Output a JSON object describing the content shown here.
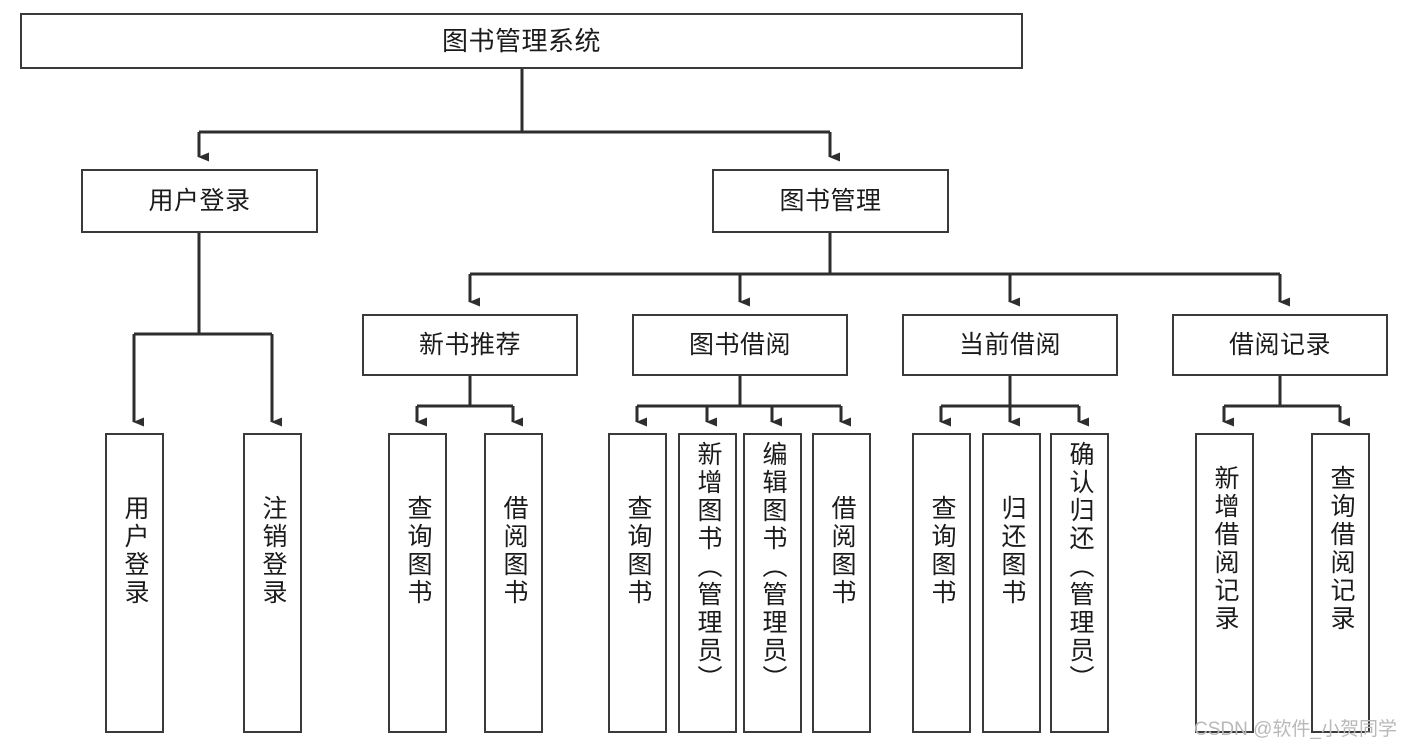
{
  "diagram": {
    "title": "图书管理系统",
    "type": "tree",
    "orientation": "top-down",
    "stroke_color": "#3a3a3a",
    "fill_color": "#ffffff",
    "text_color": "#1b1b1b",
    "levels": {
      "root": {
        "label": "图书管理系统"
      },
      "level2": [
        {
          "id": "user-login",
          "label": "用户登录"
        },
        {
          "id": "book-management",
          "label": "图书管理"
        }
      ],
      "level3": [
        {
          "id": "new-book-recommend",
          "label": "新书推荐",
          "parent": "book-management"
        },
        {
          "id": "book-borrow",
          "label": "图书借阅",
          "parent": "book-management"
        },
        {
          "id": "current-borrow",
          "label": "当前借阅",
          "parent": "book-management"
        },
        {
          "id": "borrow-record",
          "label": "借阅记录",
          "parent": "book-management"
        }
      ],
      "leaves": [
        {
          "id": "leaf-user-login",
          "label": "用户登录",
          "parent": "user-login"
        },
        {
          "id": "leaf-logout",
          "label": "注销登录",
          "parent": "user-login"
        },
        {
          "id": "leaf-query-book-1",
          "label": "查询图书",
          "parent": "new-book-recommend"
        },
        {
          "id": "leaf-borrow-book-1",
          "label": "借阅图书",
          "parent": "new-book-recommend"
        },
        {
          "id": "leaf-query-book-2",
          "label": "查询图书",
          "parent": "book-borrow"
        },
        {
          "id": "leaf-add-book",
          "label": "新增图书（管理员）",
          "parent": "book-borrow"
        },
        {
          "id": "leaf-edit-book",
          "label": "编辑图书（管理员）",
          "parent": "book-borrow"
        },
        {
          "id": "leaf-borrow-book-2",
          "label": "借阅图书",
          "parent": "book-borrow"
        },
        {
          "id": "leaf-query-book-3",
          "label": "查询图书",
          "parent": "current-borrow"
        },
        {
          "id": "leaf-return-book",
          "label": "归还图书",
          "parent": "current-borrow"
        },
        {
          "id": "leaf-confirm-return",
          "label": "确认归还（管理员）",
          "parent": "current-borrow"
        },
        {
          "id": "leaf-add-record",
          "label": "新增借阅记录",
          "parent": "borrow-record"
        },
        {
          "id": "leaf-query-record",
          "label": "查询借阅记录",
          "parent": "borrow-record"
        }
      ]
    }
  },
  "watermark": {
    "text": "CSDN @软件_小贺同学"
  }
}
